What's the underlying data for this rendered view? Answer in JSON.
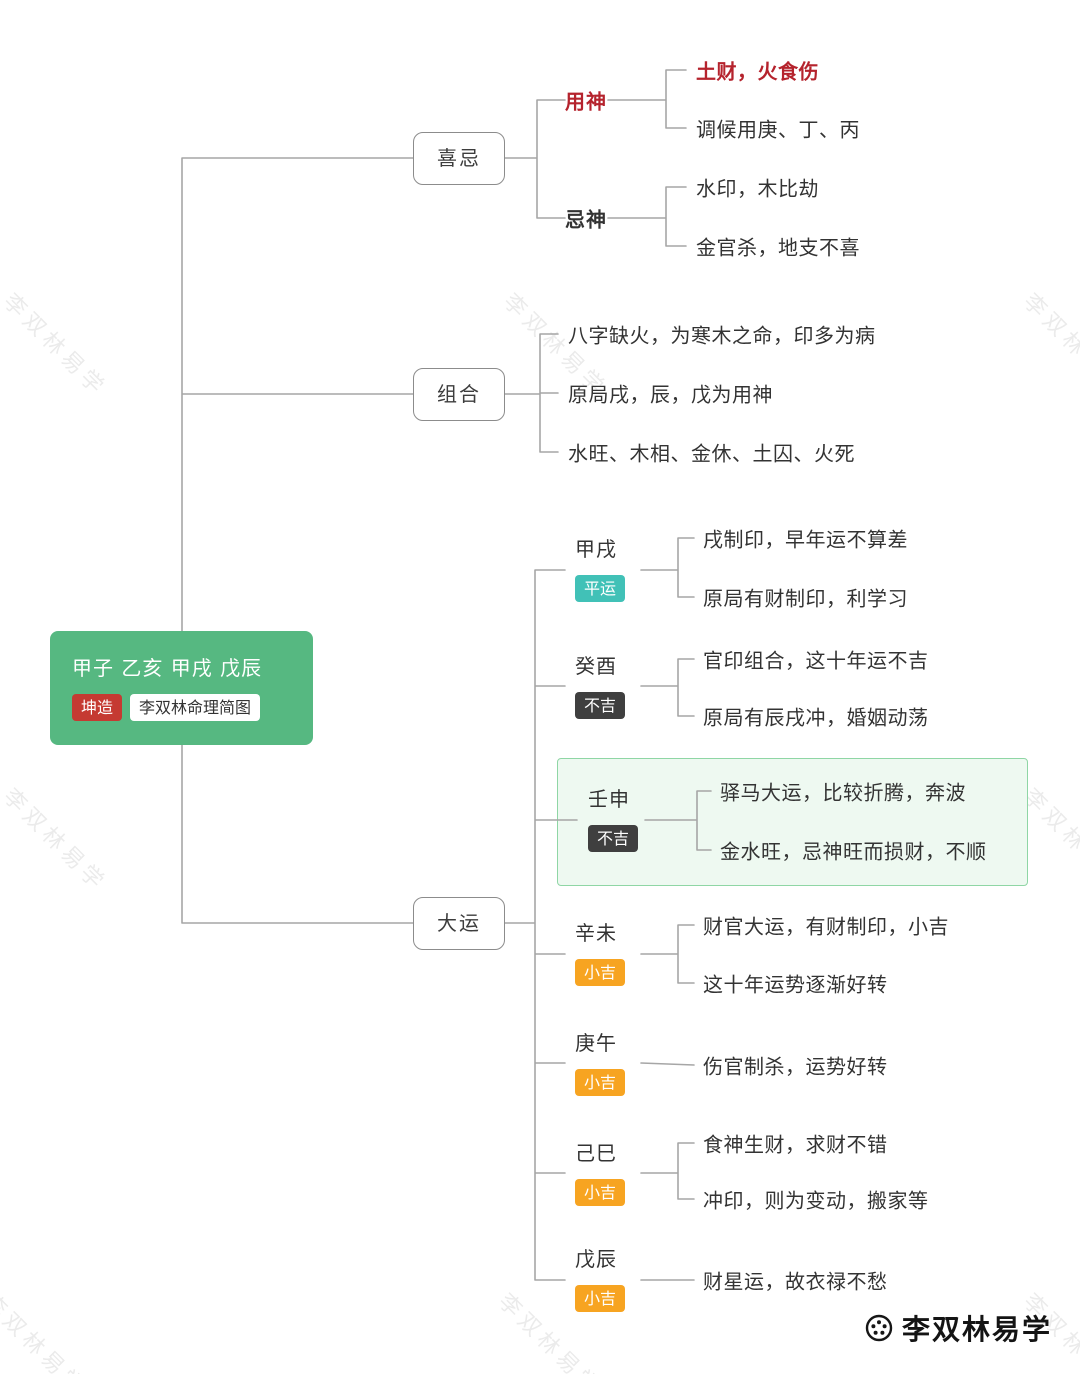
{
  "root": {
    "bazi": "甲子 乙亥 甲戌 戊辰",
    "badge_red": "坤造",
    "badge_white": "李双林命理简图"
  },
  "branches": {
    "xiji": {
      "label": "喜忌",
      "children": [
        {
          "label": "用神",
          "leaves": [
            "土财，火食伤",
            "调候用庚、丁、丙"
          ]
        },
        {
          "label": "忌神",
          "leaves": [
            "水印，木比劫",
            "金官杀，地支不喜"
          ]
        }
      ]
    },
    "zuhe": {
      "label": "组合",
      "leaves": [
        "八字缺火，为寒木之命，印多为病",
        "原局戌，辰，戊为用神",
        "水旺、木相、金休、土囚、火死"
      ]
    },
    "dayun": {
      "label": "大运",
      "children": [
        {
          "label": "甲戌",
          "badge": "平运",
          "leaves": [
            "戌制印，早年运不算差",
            "原局有财制印，利学习"
          ]
        },
        {
          "label": "癸酉",
          "badge": "不吉",
          "leaves": [
            "官印组合，这十年运不吉",
            "原局有辰戌冲，婚姻动荡"
          ]
        },
        {
          "label": "壬申",
          "badge": "不吉",
          "highlighted": true,
          "leaves": [
            "驿马大运，比较折腾，奔波",
            "金水旺，忌神旺而损财，不顺"
          ]
        },
        {
          "label": "辛未",
          "badge": "小吉",
          "leaves": [
            "财官大运，有财制印，小吉",
            "这十年运势逐渐好转"
          ]
        },
        {
          "label": "庚午",
          "badge": "小吉",
          "leaves": [
            "伤官制杀，运势好转"
          ]
        },
        {
          "label": "己巳",
          "badge": "小吉",
          "leaves": [
            "食神生财，求财不错",
            "冲印，则为变动，搬家等"
          ]
        },
        {
          "label": "戊辰",
          "badge": "小吉",
          "leaves": [
            "财星运，故衣禄不愁"
          ]
        }
      ]
    }
  },
  "watermark": "李双林易学",
  "logo": {
    "text": "李双林易学"
  },
  "colors": {
    "root_green": "#56b881",
    "badge_red": "#c53a32",
    "badge_neutral": "#41c1b7",
    "badge_bad": "#3f3f3f",
    "badge_good": "#f7a421",
    "accent_red_text": "#b5232d",
    "highlight_bg": "#eef9f1",
    "highlight_border": "#8fd6a5",
    "line_gray": "#a6a6a6"
  }
}
